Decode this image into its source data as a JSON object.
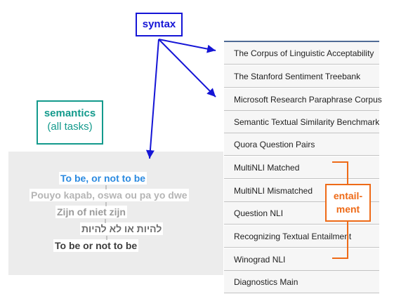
{
  "labels": {
    "syntax": "syntax",
    "semantics": "semantics",
    "semantics_sub": "(all tasks)",
    "entailment_line1": "entail-",
    "entailment_line2": "ment"
  },
  "phrases": [
    "To be, or not to be",
    "Pouyo kapab, oswa ou pa yo dwe",
    "Zijn of niet zijn",
    "להיות או לא להיות",
    "To be or not to be"
  ],
  "tasks": [
    "The Corpus of Linguistic Acceptability",
    "The Stanford Sentiment Treebank",
    "Microsoft Research Paraphrase Corpus",
    "Semantic Textual Similarity Benchmark",
    "Quora Question Pairs",
    "MultiNLI Matched",
    "MultiNLI Mismatched",
    "Question NLI",
    "Recognizing Textual Entailment",
    "Winograd NLI",
    "Diagnostics Main"
  ],
  "colors": {
    "syntax": "#1515d6",
    "semantics": "#139a8c",
    "entailment": "#ee6a17",
    "list_top_border": "#4f6b95"
  }
}
